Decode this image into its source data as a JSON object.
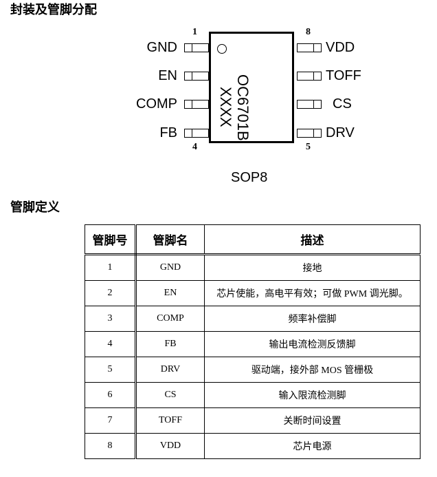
{
  "sections": {
    "package_title": "封装及管脚分配",
    "pindef_title": "管脚定义"
  },
  "chip": {
    "part_number": "OC6701B",
    "marking": "XXXX",
    "package": "SOP8"
  },
  "pins_left": [
    {
      "num": "1",
      "name": "GND"
    },
    {
      "num": "",
      "name": "EN"
    },
    {
      "num": "",
      "name": "COMP"
    },
    {
      "num": "4",
      "name": "FB"
    }
  ],
  "pins_right": [
    {
      "num": "8",
      "name": "VDD"
    },
    {
      "num": "",
      "name": "TOFF"
    },
    {
      "num": "",
      "name": "CS"
    },
    {
      "num": "5",
      "name": "DRV"
    }
  ],
  "table": {
    "headers": [
      "管脚号",
      "管脚名",
      "描述"
    ],
    "rows": [
      [
        "1",
        "GND",
        "接地"
      ],
      [
        "2",
        "EN",
        "芯片使能，高电平有效；可做 PWM 调光脚。"
      ],
      [
        "3",
        "COMP",
        "频率补偿脚"
      ],
      [
        "4",
        "FB",
        "输出电流检测反馈脚"
      ],
      [
        "5",
        "DRV",
        "驱动端，接外部 MOS 管栅极"
      ],
      [
        "6",
        "CS",
        "输入限流检测脚"
      ],
      [
        "7",
        "TOFF",
        "关断时间设置"
      ],
      [
        "8",
        "VDD",
        "芯片电源"
      ]
    ]
  }
}
